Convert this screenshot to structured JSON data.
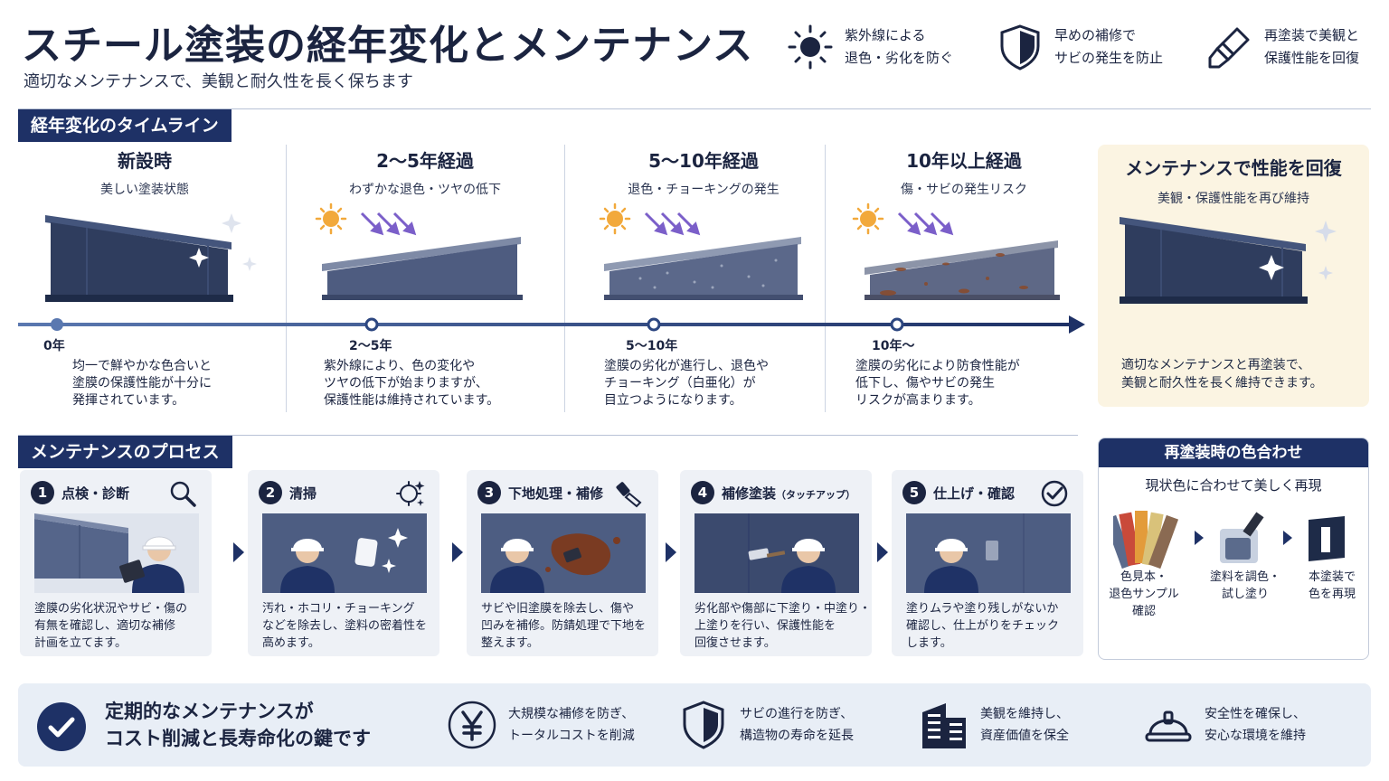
{
  "header": {
    "title": "スチール塗装の経年変化とメンテナンス",
    "subtitle": "適切なメンテナンスで、美観と耐久性を長く保ちます",
    "features": [
      {
        "icon": "sun-icon",
        "line1": "紫外線による",
        "line2": "退色・劣化を防ぐ"
      },
      {
        "icon": "shield-icon",
        "line1": "早めの補修で",
        "line2": "サビの発生を防止"
      },
      {
        "icon": "paint-brush-icon",
        "line1": "再塗装で美観と",
        "line2": "保護性能を回復"
      }
    ]
  },
  "timeline": {
    "section_label": "経年変化のタイムライン",
    "stages": [
      {
        "title": "新設時",
        "subtitle": "美しい塗装状態",
        "marker": "0年",
        "desc": [
          "均一で鮮やかな色合いと",
          "塗膜の保護性能が十分に",
          "発揮されています。"
        ]
      },
      {
        "title": "2〜5年経過",
        "subtitle": "わずかな退色・ツヤの低下",
        "marker": "2〜5年",
        "desc": [
          "紫外線により、色の変化や",
          "ツヤの低下が始まりますが、",
          "保護性能は維持されています。"
        ]
      },
      {
        "title": "5〜10年経過",
        "subtitle": "退色・チョーキングの発生",
        "marker": "5〜10年",
        "desc": [
          "塗膜の劣化が進行し、退色や",
          "チョーキング（白亜化）が",
          "目立つようになります。"
        ]
      },
      {
        "title": "10年以上経過",
        "subtitle": "傷・サビの発生リスク",
        "marker": "10年〜",
        "desc": [
          "塗膜の劣化により防食性能が",
          "低下し、傷やサビの発生",
          "リスクが高まります。"
        ]
      }
    ],
    "recovery": {
      "title": "メンテナンスで性能を回復",
      "subtitle": "美観・保護性能を再び維持",
      "desc": [
        "適切なメンテナンスと再塗装で、",
        "美観と耐久性を長く維持できます。"
      ]
    }
  },
  "process": {
    "section_label": "メンテナンスのプロセス",
    "steps": [
      {
        "num": "1",
        "label": "点検・診断",
        "icon": "magnifier-icon",
        "desc": [
          "塗膜の劣化状況やサビ・傷の",
          "有無を確認し、適切な補修",
          "計画を立てます。"
        ]
      },
      {
        "num": "2",
        "label": "清掃",
        "icon": "sparkle-icon",
        "desc": [
          "汚れ・ホコリ・チョーキング",
          "などを除去し、塗料の密着性を",
          "高めます。"
        ]
      },
      {
        "num": "3",
        "label": "下地処理・補修",
        "icon": "scraper-icon",
        "desc": [
          "サビや旧塗膜を除去し、傷や",
          "凹みを補修。防錆処理で下地を",
          "整えます。"
        ]
      },
      {
        "num": "4",
        "label": "補修塗装",
        "label_small": "（タッチアップ）",
        "icon": "brush-icon",
        "desc": [
          "劣化部や傷部に下塗り・中塗り・",
          "上塗りを行い、保護性能を",
          "回復させます。"
        ]
      },
      {
        "num": "5",
        "label": "仕上げ・確認",
        "icon": "check-circle-icon",
        "desc": [
          "塗りムラや塗り残しがないか",
          "確認し、仕上がりをチェック",
          "します。"
        ]
      }
    ]
  },
  "color_matching": {
    "title": "再塗装時の色合わせ",
    "subtitle": "現状色に合わせて美しく再現",
    "steps": [
      {
        "icon": "color-sample-fan-icon",
        "lines": [
          "色見本・",
          "退色サンプル",
          "確認"
        ]
      },
      {
        "icon": "paint-mixing-icon",
        "lines": [
          "塗料を調色・",
          "試し塗り"
        ]
      },
      {
        "icon": "painted-panel-icon",
        "lines": [
          "本塗装で",
          "色を再現"
        ]
      }
    ]
  },
  "bottom": {
    "title_line1": "定期的なメンテナンスが",
    "title_line2": "コスト削減と長寿命化の鍵です",
    "features": [
      {
        "icon": "yen-icon",
        "line1": "大規模な補修を防ぎ、",
        "line2": "トータルコストを削減"
      },
      {
        "icon": "shield-icon",
        "line1": "サビの進行を防ぎ、",
        "line2": "構造物の寿命を延長"
      },
      {
        "icon": "building-icon",
        "line1": "美観を維持し、",
        "line2": "資産価値を保全"
      },
      {
        "icon": "hard-hat-icon",
        "line1": "安全性を確保し、",
        "line2": "安心な環境を維持"
      }
    ]
  },
  "colors": {
    "navy": "#1e3166",
    "dark": "#1b2440",
    "beam": "#2f3d5e",
    "rust": "#8a4a2a",
    "sun": "#f2a93b",
    "uv": "#7b5fc9",
    "cream": "#fbf4e2",
    "panel": "#eef1f6"
  }
}
